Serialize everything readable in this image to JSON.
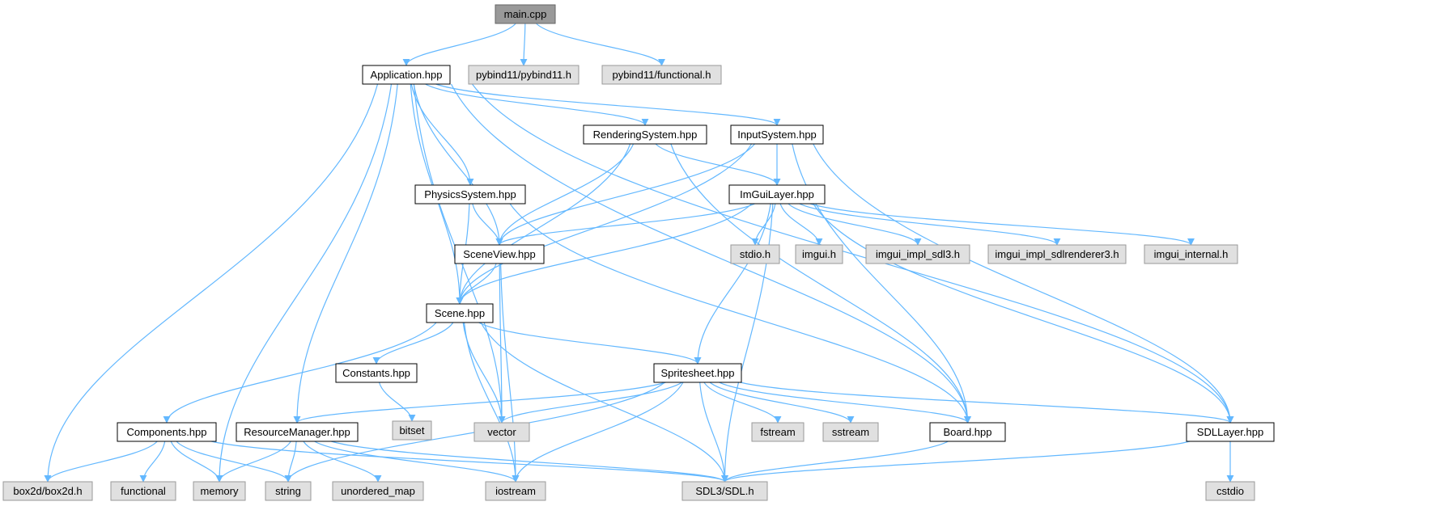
{
  "colors": {
    "root_fill": "#999999",
    "project_fill": "#ffffff",
    "system_fill": "#e0e0e0",
    "system_border": "#999999",
    "edge": "#63b8ff",
    "text": "#000000"
  },
  "nodes": [
    {
      "id": "main",
      "label": "main.cpp",
      "kind": "root"
    },
    {
      "id": "application",
      "label": "Application.hpp",
      "kind": "project"
    },
    {
      "id": "pybind11",
      "label": "pybind11/pybind11.h",
      "kind": "system"
    },
    {
      "id": "pybind11_functional",
      "label": "pybind11/functional.h",
      "kind": "system"
    },
    {
      "id": "rendering",
      "label": "RenderingSystem.hpp",
      "kind": "project"
    },
    {
      "id": "input",
      "label": "InputSystem.hpp",
      "kind": "project"
    },
    {
      "id": "physics",
      "label": "PhysicsSystem.hpp",
      "kind": "project"
    },
    {
      "id": "imgui_layer",
      "label": "ImGuiLayer.hpp",
      "kind": "project"
    },
    {
      "id": "scene_view",
      "label": "SceneView.hpp",
      "kind": "project"
    },
    {
      "id": "stdio",
      "label": "stdio.h",
      "kind": "system"
    },
    {
      "id": "imgui",
      "label": "imgui.h",
      "kind": "system"
    },
    {
      "id": "imgui_impl_sdl3",
      "label": "imgui_impl_sdl3.h",
      "kind": "system"
    },
    {
      "id": "imgui_impl_sdlrenderer3",
      "label": "imgui_impl_sdlrenderer3.h",
      "kind": "system"
    },
    {
      "id": "imgui_internal",
      "label": "imgui_internal.h",
      "kind": "system"
    },
    {
      "id": "scene",
      "label": "Scene.hpp",
      "kind": "project"
    },
    {
      "id": "constants",
      "label": "Constants.hpp",
      "kind": "project"
    },
    {
      "id": "spritesheet",
      "label": "Spritesheet.hpp",
      "kind": "project"
    },
    {
      "id": "bitset",
      "label": "bitset",
      "kind": "system"
    },
    {
      "id": "components",
      "label": "Components.hpp",
      "kind": "project"
    },
    {
      "id": "resource_manager",
      "label": "ResourceManager.hpp",
      "kind": "project"
    },
    {
      "id": "vector",
      "label": "vector",
      "kind": "system"
    },
    {
      "id": "fstream",
      "label": "fstream",
      "kind": "system"
    },
    {
      "id": "sstream",
      "label": "sstream",
      "kind": "system"
    },
    {
      "id": "board",
      "label": "Board.hpp",
      "kind": "project"
    },
    {
      "id": "sdl_layer",
      "label": "SDLLayer.hpp",
      "kind": "project"
    },
    {
      "id": "box2d",
      "label": "box2d/box2d.h",
      "kind": "system"
    },
    {
      "id": "functional",
      "label": "functional",
      "kind": "system"
    },
    {
      "id": "memory",
      "label": "memory",
      "kind": "system"
    },
    {
      "id": "string",
      "label": "string",
      "kind": "system"
    },
    {
      "id": "unordered_map",
      "label": "unordered_map",
      "kind": "system"
    },
    {
      "id": "iostream",
      "label": "iostream",
      "kind": "system"
    },
    {
      "id": "sdl",
      "label": "SDL3/SDL.h",
      "kind": "system"
    },
    {
      "id": "cstdio",
      "label": "cstdio",
      "kind": "system"
    }
  ],
  "edges": [
    [
      "main",
      "application"
    ],
    [
      "main",
      "pybind11"
    ],
    [
      "main",
      "pybind11_functional"
    ],
    [
      "application",
      "rendering"
    ],
    [
      "application",
      "input"
    ],
    [
      "application",
      "physics"
    ],
    [
      "application",
      "scene_view"
    ],
    [
      "application",
      "scene"
    ],
    [
      "application",
      "resource_manager"
    ],
    [
      "application",
      "vector"
    ],
    [
      "application",
      "memory"
    ],
    [
      "application",
      "box2d"
    ],
    [
      "application",
      "board"
    ],
    [
      "application",
      "sdl_layer"
    ],
    [
      "rendering",
      "imgui_layer"
    ],
    [
      "rendering",
      "scene_view"
    ],
    [
      "rendering",
      "scene"
    ],
    [
      "rendering",
      "board"
    ],
    [
      "input",
      "imgui_layer"
    ],
    [
      "input",
      "scene_view"
    ],
    [
      "input",
      "scene"
    ],
    [
      "input",
      "board"
    ],
    [
      "input",
      "sdl_layer"
    ],
    [
      "physics",
      "scene_view"
    ],
    [
      "physics",
      "scene"
    ],
    [
      "physics",
      "board"
    ],
    [
      "imgui_layer",
      "stdio"
    ],
    [
      "imgui_layer",
      "imgui"
    ],
    [
      "imgui_layer",
      "imgui_impl_sdl3"
    ],
    [
      "imgui_layer",
      "imgui_impl_sdlrenderer3"
    ],
    [
      "imgui_layer",
      "imgui_internal"
    ],
    [
      "imgui_layer",
      "scene_view"
    ],
    [
      "imgui_layer",
      "scene"
    ],
    [
      "imgui_layer",
      "spritesheet"
    ],
    [
      "imgui_layer",
      "sdl_layer"
    ],
    [
      "imgui_layer",
      "sdl"
    ],
    [
      "scene_view",
      "scene"
    ],
    [
      "scene_view",
      "vector"
    ],
    [
      "scene_view",
      "iostream"
    ],
    [
      "scene",
      "constants"
    ],
    [
      "scene",
      "spritesheet"
    ],
    [
      "scene",
      "components"
    ],
    [
      "scene",
      "vector"
    ],
    [
      "scene",
      "iostream"
    ],
    [
      "scene",
      "sdl"
    ],
    [
      "constants",
      "bitset"
    ],
    [
      "spritesheet",
      "resource_manager"
    ],
    [
      "spritesheet",
      "vector"
    ],
    [
      "spritesheet",
      "fstream"
    ],
    [
      "spritesheet",
      "sstream"
    ],
    [
      "spritesheet",
      "board"
    ],
    [
      "spritesheet",
      "sdl_layer"
    ],
    [
      "spritesheet",
      "string"
    ],
    [
      "spritesheet",
      "iostream"
    ],
    [
      "spritesheet",
      "sdl"
    ],
    [
      "components",
      "box2d"
    ],
    [
      "components",
      "functional"
    ],
    [
      "components",
      "memory"
    ],
    [
      "components",
      "string"
    ],
    [
      "components",
      "sdl"
    ],
    [
      "resource_manager",
      "memory"
    ],
    [
      "resource_manager",
      "string"
    ],
    [
      "resource_manager",
      "unordered_map"
    ],
    [
      "resource_manager",
      "iostream"
    ],
    [
      "resource_manager",
      "sdl"
    ],
    [
      "board",
      "sdl"
    ],
    [
      "sdl_layer",
      "sdl"
    ],
    [
      "sdl_layer",
      "cstdio"
    ]
  ]
}
